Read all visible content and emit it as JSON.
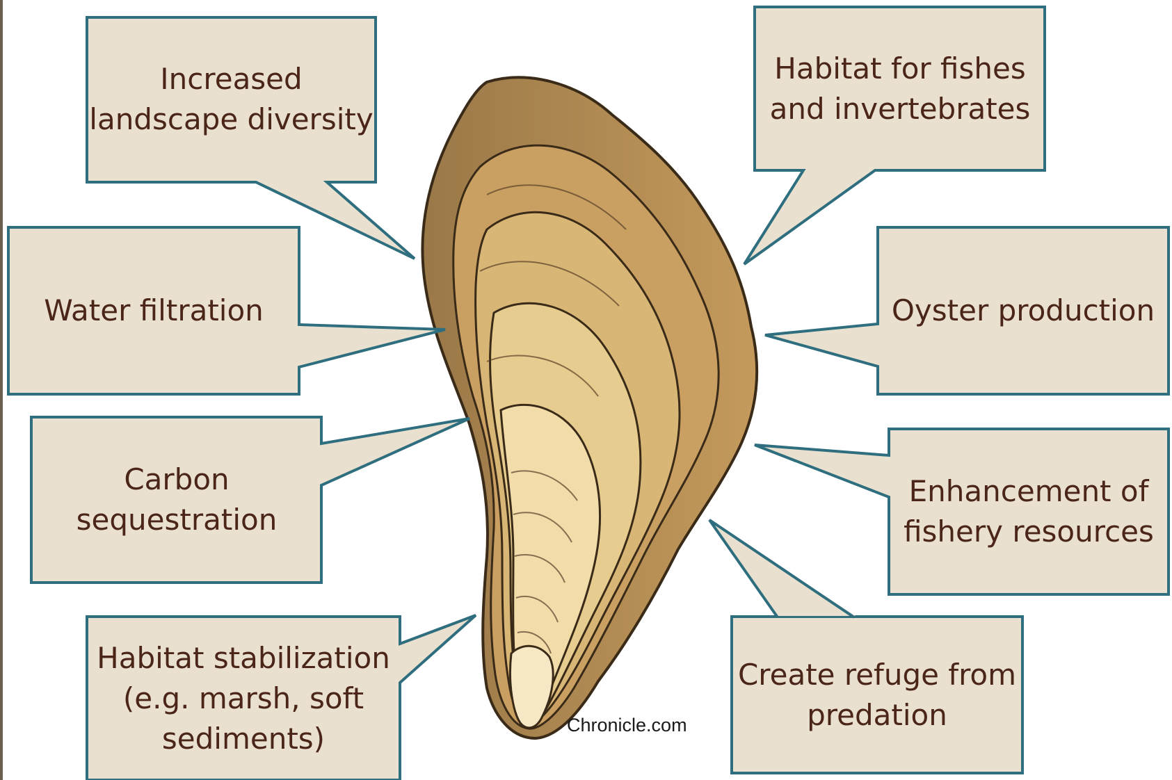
{
  "colors": {
    "box_fill": "#e9e0cf",
    "box_stroke": "#2e6e7e",
    "text": "#4a2518",
    "shell_light": "#f2e2b0",
    "shell_mid": "#c9a866",
    "shell_dark": "#8a6a3a",
    "shell_outline": "#3a2a18"
  },
  "illustration": {
    "subject": "oyster-shell",
    "credit": "Chronicle.com"
  },
  "callouts": [
    {
      "id": "landscape-diversity",
      "text": "Increased\nlandscape diversity"
    },
    {
      "id": "fish-habitat",
      "text": "Habitat for fishes\nand invertebrates"
    },
    {
      "id": "water-filtration",
      "text": "Water filtration"
    },
    {
      "id": "oyster-production",
      "text": "Oyster production"
    },
    {
      "id": "carbon-sequestration",
      "text": "Carbon\nsequestration"
    },
    {
      "id": "fishery-enhancement",
      "text": "Enhancement of\nfishery resources"
    },
    {
      "id": "habitat-stabilization",
      "text": "Habitat stabilization\n(e.g. marsh, soft\nsediments)"
    },
    {
      "id": "predation-refuge",
      "text": "Create refuge from\npredation"
    }
  ]
}
